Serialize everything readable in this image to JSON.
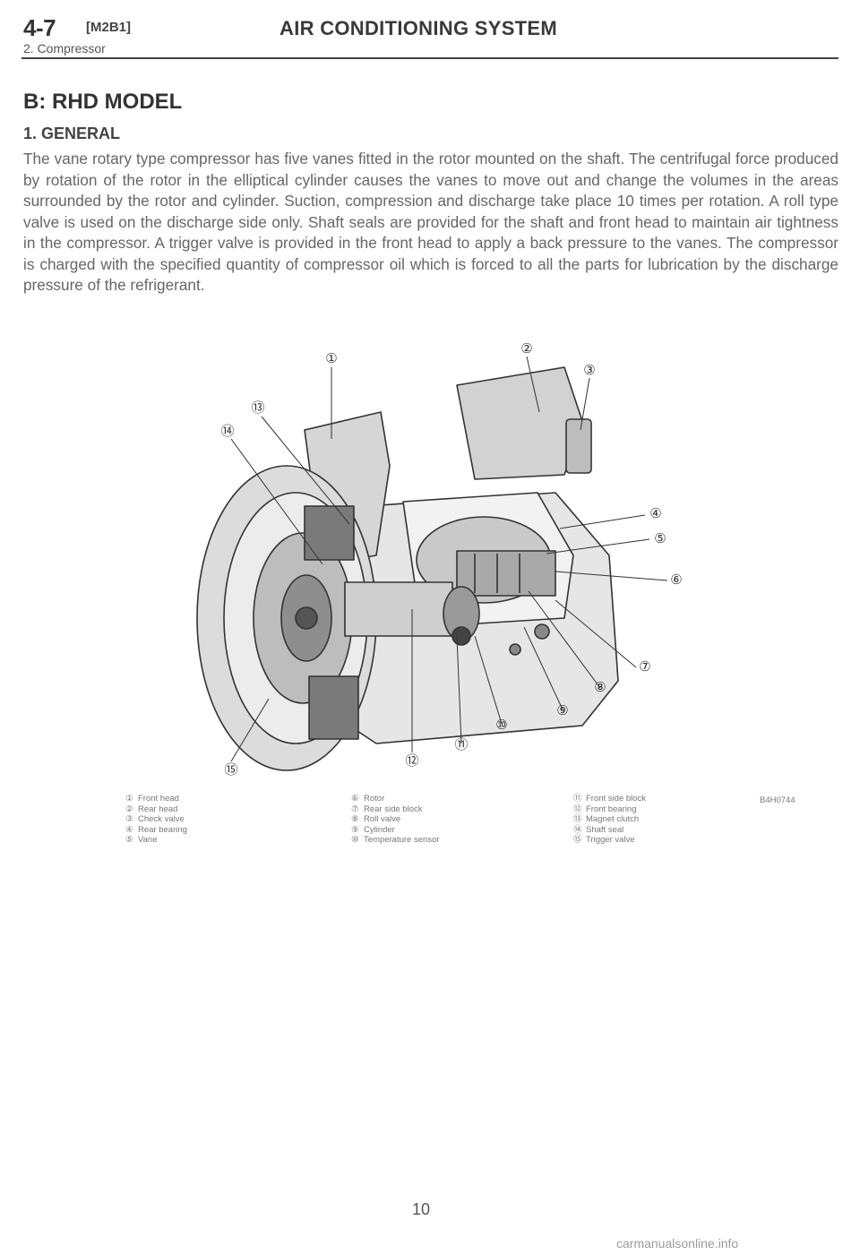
{
  "header": {
    "section_number": "4-7",
    "section_code": "[M2B1]",
    "title": "AIR CONDITIONING SYSTEM",
    "subtitle": "2. Compressor"
  },
  "section_heading": "B: RHD MODEL",
  "subsection_heading": "1. GENERAL",
  "body_paragraph": "The vane rotary type compressor has five vanes fitted in the rotor mounted on the shaft. The centrifugal force produced by rotation of the rotor in the elliptical cylinder causes the vanes to move out and change the volumes in the areas surrounded by the rotor and cylinder. Suction, compression and discharge take place 10 times per rotation. A roll type valve is used on the discharge side only. Shaft seals are provided for the shaft and front head to maintain air tightness in the compressor. A trigger valve is provided in the front head to apply a back pressure to the vanes. The compressor is charged with the specified quantity of compressor oil which is forced to all the parts for lubrication by the discharge pressure of the refrigerant.",
  "figure": {
    "callouts": [
      "①",
      "②",
      "③",
      "④",
      "⑤",
      "⑥",
      "⑦",
      "⑧",
      "⑨",
      "⑩",
      "⑪",
      "⑫",
      "⑬",
      "⑭",
      "⑮"
    ],
    "code": "B4H0744",
    "legend": [
      [
        {
          "num": "①",
          "label": "Front head"
        },
        {
          "num": "②",
          "label": "Rear head"
        },
        {
          "num": "③",
          "label": "Check valve"
        },
        {
          "num": "④",
          "label": "Rear bearing"
        },
        {
          "num": "⑤",
          "label": "Vane"
        }
      ],
      [
        {
          "num": "⑥",
          "label": "Rotor"
        },
        {
          "num": "⑦",
          "label": "Rear side block"
        },
        {
          "num": "⑧",
          "label": "Roll valve"
        },
        {
          "num": "⑨",
          "label": "Cylinder"
        },
        {
          "num": "⑩",
          "label": "Temperature sensor"
        }
      ],
      [
        {
          "num": "⑪",
          "label": "Front side block"
        },
        {
          "num": "⑫",
          "label": "Front bearing"
        },
        {
          "num": "⑬",
          "label": "Magnet clutch"
        },
        {
          "num": "⑭",
          "label": "Shaft seal"
        },
        {
          "num": "⑮",
          "label": "Trigger valve"
        }
      ]
    ]
  },
  "page_number": "10",
  "watermark": "carmanualsonline.info"
}
